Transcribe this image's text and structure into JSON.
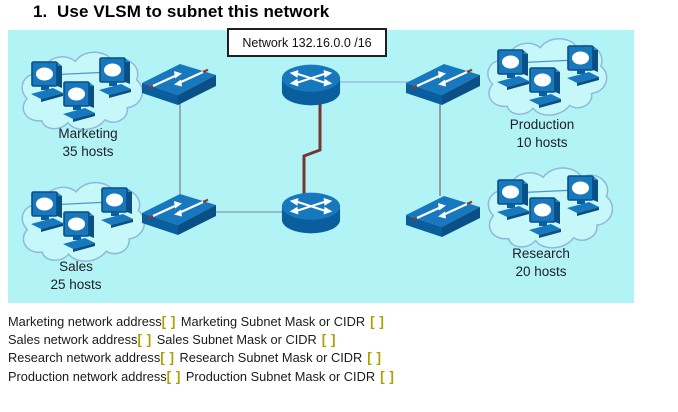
{
  "title": "1.  Use VLSM to subnet this network",
  "diagram": {
    "network_label": "Network 132.16.0.0 /16",
    "groups": {
      "marketing": {
        "name": "Marketing",
        "hosts": "35 hosts"
      },
      "sales": {
        "name": "Sales",
        "hosts": "25 hosts"
      },
      "production": {
        "name": "Production",
        "hosts": "10 hosts"
      },
      "research": {
        "name": "Research",
        "hosts": "20 hosts"
      }
    },
    "devices": {
      "switches": [
        "marketing-switch",
        "sales-switch",
        "production-switch",
        "research-switch"
      ],
      "routers": [
        "core-router-top",
        "core-router-bottom"
      ],
      "links": [
        "marketing-sales-link",
        "sales-router-link",
        "router-production-link",
        "production-research-link",
        "serial-link"
      ]
    },
    "colors": {
      "canvas_cyan": "#B2F4F5",
      "device_blue": "#1878BE",
      "device_dark_blue": "#0B5E9D",
      "serial_maroon": "#76362F",
      "cloud_outline": "#8FB9DC"
    }
  },
  "answers": {
    "placeholder_display": "[ ]",
    "bracket_color": "#ADA000",
    "rows": [
      {
        "address_label": "Marketing network address",
        "mask_label": "Marketing Subnet Mask or CIDR"
      },
      {
        "address_label": "Sales network address",
        "mask_label": "Sales Subnet Mask or CIDR"
      },
      {
        "address_label": "Research network address",
        "mask_label": "Research Subnet Mask or CIDR"
      },
      {
        "address_label": "Production network address",
        "mask_label": "Production Subnet Mask or CIDR"
      }
    ]
  }
}
